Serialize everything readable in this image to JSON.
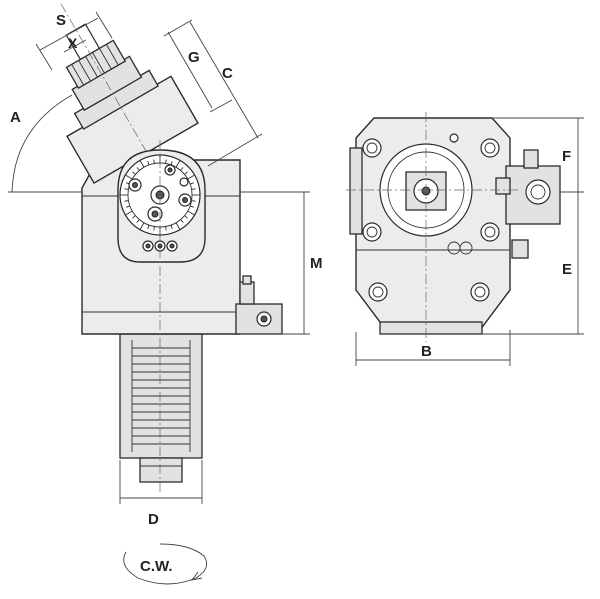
{
  "labels": {
    "S": "S",
    "X": "X",
    "A": "A",
    "G": "G",
    "C": "C",
    "M": "M",
    "D": "D",
    "B": "B",
    "F": "F",
    "E": "E",
    "rotation": "C.W."
  }
}
